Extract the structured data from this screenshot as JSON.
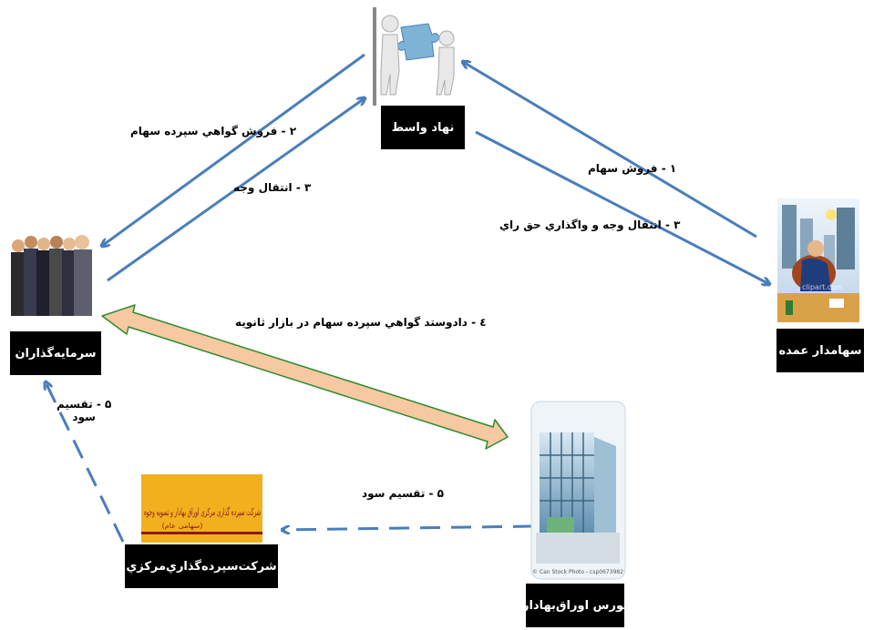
{
  "nodes": {
    "intermediary": "نهاد واسط",
    "major_shareholder": "سهامدار عمده",
    "investors": "سرمايه‌گذاران",
    "stock_exchange": "بورس اوراق‌بهادار",
    "depository": "شرکت‌سپرده‌گذاري‌مرکزي"
  },
  "edges": {
    "share_sale": "۱ - فروش سهام",
    "fund_transfer_voting": "۳ - انتقال وجه و واگذاري حق راي",
    "cert_sale": "۲ - فروش گواهي سپرده سهام",
    "fund_transfer": "۳ - انتقال وجه",
    "secondary_trading": "٤ - دادوستد گواهي سپرده سهام در بازار ثانويه",
    "dividend_to_depository": "۵ - تقسيم سود",
    "dividend_to_investors_line1": "۵ - تقسيم",
    "dividend_to_investors_line2": "سود"
  },
  "images": {
    "depository_logo_text": "شرکت سپرده گذاری مرکزی اوراق بهادار و تسویه وجوه",
    "depository_logo_subtext": "(سهامی عام)",
    "clipart_watermark": "clipart.com",
    "stock_photo_caption": "© Can Stock Photo - csp0673982"
  },
  "colors": {
    "arrow_blue": "#4a7ebb",
    "wide_arrow_fill": "#f7c9a1",
    "wide_arrow_stroke": "#2e8b2e",
    "label_bg": "#000000",
    "logo_bg": "#f2b01e",
    "logo_text": "#8b1a1a"
  }
}
